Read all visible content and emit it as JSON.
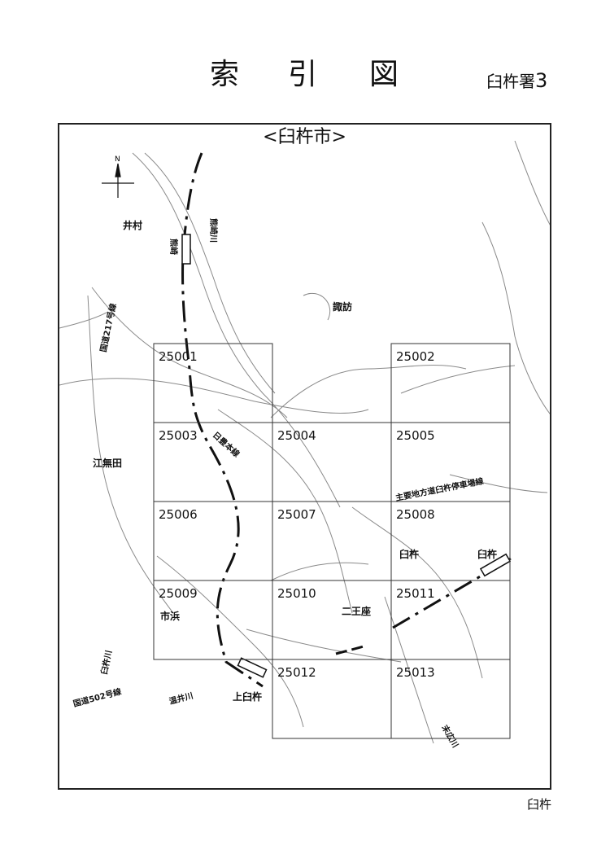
{
  "title": [
    "索",
    "引",
    "図"
  ],
  "station": "臼杵署",
  "sheet_number": "3",
  "map": {
    "heading": "<臼杵市>",
    "north_label": "N",
    "tiles": [
      "25001",
      "25002",
      "25003",
      "25004",
      "25005",
      "25006",
      "25007",
      "25008",
      "25009",
      "25010",
      "25011",
      "25012",
      "25013"
    ],
    "places": {
      "imura": "井村",
      "suwa": "諏訪",
      "enashida": "江無田",
      "ichihama": "市浜",
      "usuki_west": "臼杵",
      "usuki_east": "臼杵",
      "nioza": "二王座",
      "kami_usuki": "上臼杵"
    },
    "vertical_labels": {
      "kumasaki_station": "熊崎",
      "kumasaki_river": "熊崎川",
      "route217": "国道217号線",
      "nippo_line": "日豊本線",
      "usuki_river": "臼杵川",
      "suenaga_river": "末広川",
      "route502": "国道502号線",
      "nukui_river": "温井川",
      "main_road": "主要地方道臼杵停車場線"
    }
  },
  "footer": "臼杵",
  "colors": {
    "ink": "#111111",
    "road": "#8a8a8a",
    "grid": "#333333"
  }
}
